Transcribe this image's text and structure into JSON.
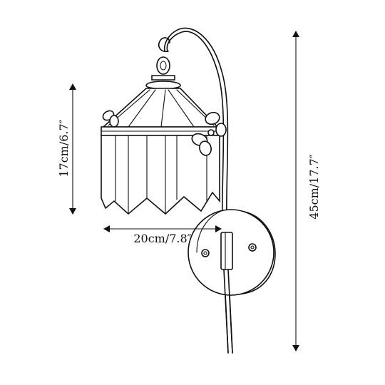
{
  "dimensions": {
    "height_overall": "45cm/17.7″",
    "shade_height": "17cm/6.7″",
    "shade_width": "20cm/7.8″"
  },
  "colors": {
    "line": "#111111",
    "background": "#ffffff"
  }
}
